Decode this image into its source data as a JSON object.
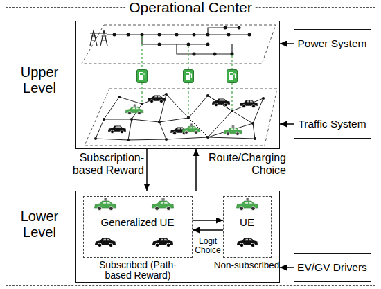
{
  "diagram": {
    "nodes": [
      {
        "text": [
          "Operational Center"
        ]
      },
      {
        "text": [
          "Upper Level"
        ],
        "in": 0
      },
      {
        "text": [
          "Power System"
        ],
        "in": 0
      },
      {
        "text": [
          "Traffic System"
        ],
        "in": 0
      },
      {
        "text": [
          "Lower Level"
        ],
        "in": 0
      },
      {
        "text": [
          "Generalized UE",
          "Subscribed (Path-based Reward)"
        ],
        "in": 4
      },
      {
        "text": [
          "UE",
          "Non-subscribed"
        ],
        "in": 4
      },
      {
        "text": [
          "EV/GV Drivers"
        ],
        "in": 0
      }
    ],
    "edges": [
      {
        "from": 2,
        "to": 1,
        "arrow": "to"
      },
      {
        "from": 3,
        "to": 1,
        "arrow": "to"
      },
      {
        "from": 1,
        "to": 4,
        "label": "Subscription-based Reward",
        "arrow": "to"
      },
      {
        "from": 4,
        "to": 1,
        "label": "Route/Charging Choice",
        "arrow": "to"
      },
      {
        "from": 5,
        "to": 6,
        "arrow": "to"
      },
      {
        "from": 6,
        "to": 5,
        "label": "Logit Choice",
        "arrow": "to"
      },
      {
        "from": 7,
        "to": 4,
        "arrow": "to"
      }
    ]
  }
}
